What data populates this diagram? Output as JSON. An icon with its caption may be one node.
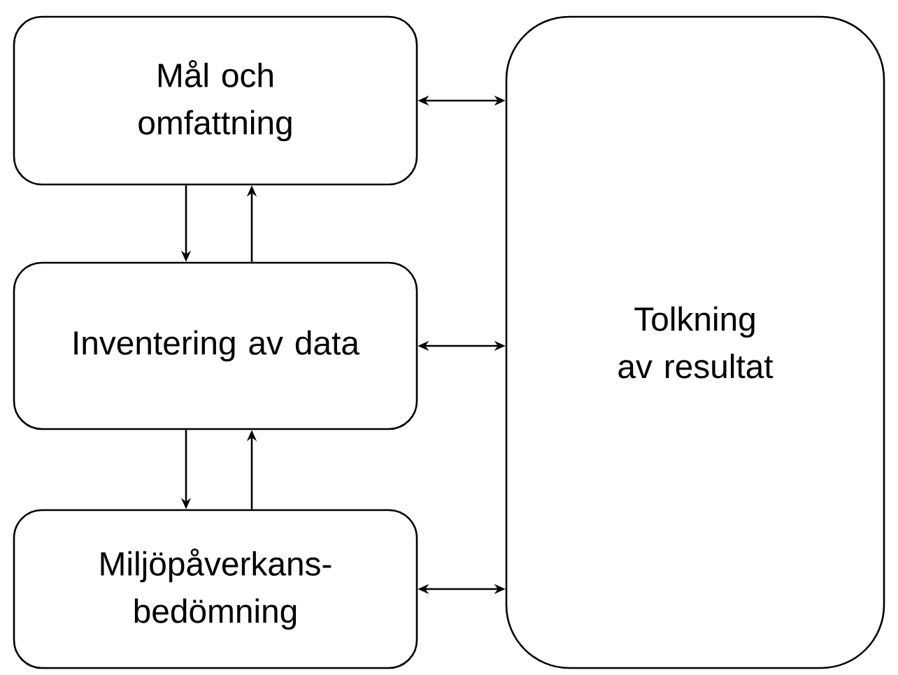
{
  "diagram": {
    "nodes": [
      {
        "text": [
          "Mål och omfattning"
        ]
      },
      {
        "text": [
          "Inventering av data"
        ]
      },
      {
        "text": [
          "Miljöpåverkans-bedömning"
        ]
      },
      {
        "text": [
          "Tolkning av resultat"
        ]
      }
    ],
    "edges": [
      {
        "from": 0,
        "to": 1,
        "arrow": "to"
      },
      {
        "from": 1,
        "to": 0,
        "arrow": "to"
      },
      {
        "from": 1,
        "to": 2,
        "arrow": "to"
      },
      {
        "from": 2,
        "to": 1,
        "arrow": "to"
      },
      {
        "from": 0,
        "to": 3,
        "arrow": "both"
      },
      {
        "from": 1,
        "to": 3,
        "arrow": "both"
      },
      {
        "from": 2,
        "to": 3,
        "arrow": "both"
      }
    ]
  }
}
